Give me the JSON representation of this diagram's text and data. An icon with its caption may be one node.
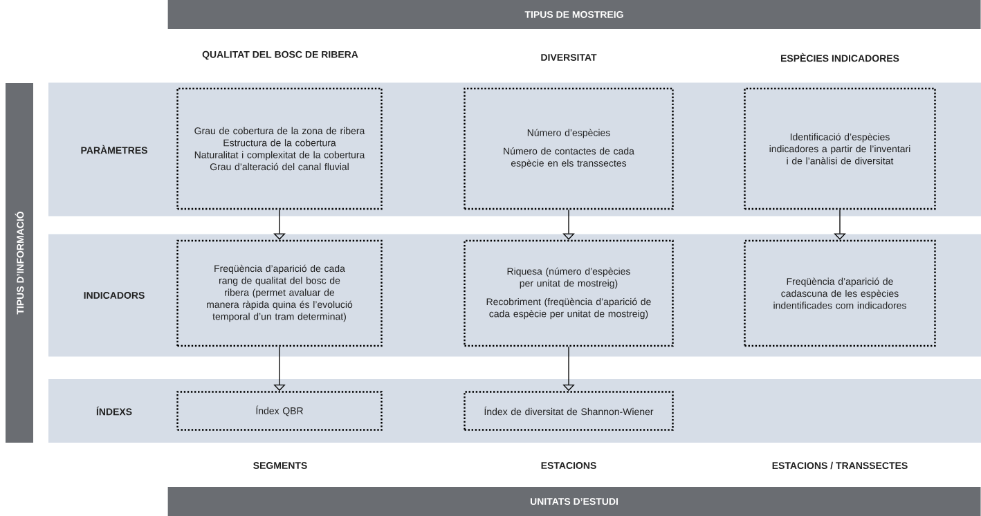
{
  "diagram": {
    "nodes": [
      {
        "text": [
          "TIPUS DE MOSTREIG"
        ]
      },
      {
        "text": [
          "TIPUS D’INFORMACIÓ"
        ]
      },
      {
        "text": [
          "PARÀMETRES"
        ]
      },
      {
        "text": [
          "Grau de cobertura de la zona de ribera",
          "Estructura de la cobertura",
          "Naturalitat i complexitat de la cobertura",
          "Grau d’alteració del canal fluvial"
        ],
        "in": 2
      },
      {
        "text": [
          "Número d’espècies",
          "Número de contactes de cada espècie en els transsectes"
        ],
        "in": 2
      },
      {
        "text": [
          "Identificació d’espècies indicadores a partir de l’inventari i de l’anàlisi de diversitat"
        ],
        "in": 2
      },
      {
        "text": [
          "INDICADORS"
        ]
      },
      {
        "text": [
          "Freqüència d’aparició de cada rang de qualitat del bosc de ribera (permet avaluar de manera ràpida quina és l’evolució temporal d’un tram determinat)"
        ],
        "in": 6
      },
      {
        "text": [
          "Riquesa (número d’espècies per unitat de mostreig)",
          "Recobriment (freqüència d’aparició de cada espècie per unitat de mostreig)"
        ],
        "in": 6
      },
      {
        "text": [
          "Freqüència d’aparició de cadascuna de les espècies indentificades com indicadores"
        ],
        "in": 6
      },
      {
        "text": [
          "ÍNDEXS"
        ]
      },
      {
        "text": [
          "Índex QBR"
        ],
        "in": 10
      },
      {
        "text": [
          "Índex de diversitat de Shannon-Wiener"
        ],
        "in": 10
      },
      {
        "text": [
          "UNITATS D’ESTUDI"
        ]
      }
    ],
    "edges": [
      {
        "from": 3,
        "to": 7,
        "arrow": "to"
      },
      {
        "from": 4,
        "to": 8,
        "arrow": "to"
      },
      {
        "from": 5,
        "to": 9,
        "arrow": "to"
      },
      {
        "from": 7,
        "to": 11,
        "arrow": "to"
      },
      {
        "from": 8,
        "to": 12,
        "arrow": "to"
      }
    ],
    "labels": [
      "QUALITAT DEL BOSC DE RIBERA",
      "DIVERSITAT",
      "ESPÈCIES INDICADORES",
      "SEGMENTS",
      "ESTACIONS",
      "ESTACIONS / TRANSSECTES"
    ]
  }
}
